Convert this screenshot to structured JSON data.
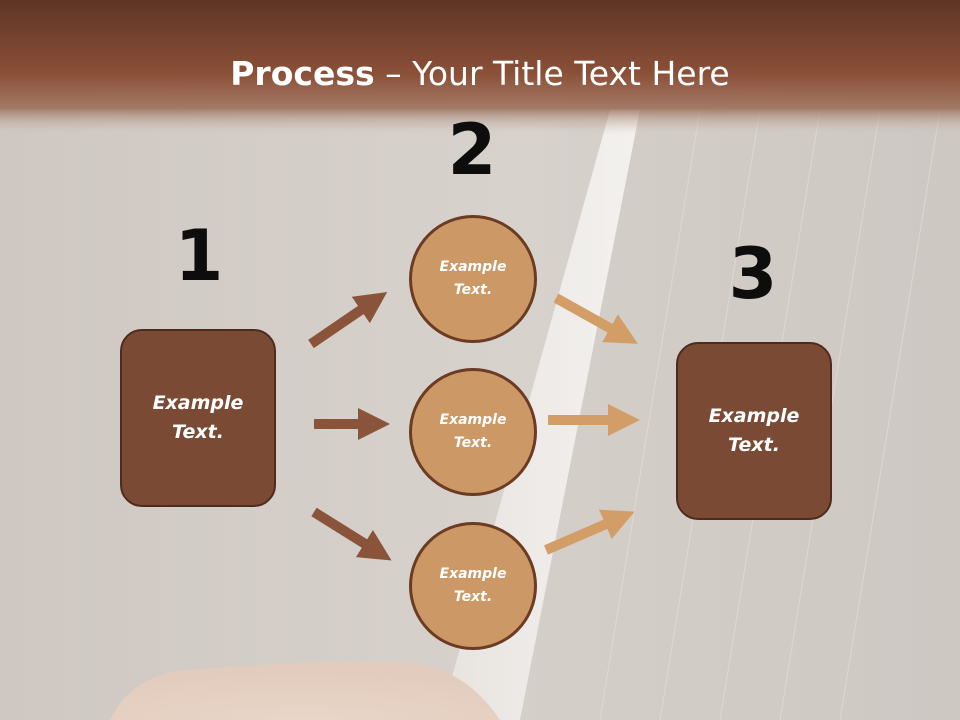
{
  "title": {
    "bold": "Process",
    "rest": " – Your Title Text Here"
  },
  "steps": {
    "one": "1",
    "two": "2",
    "three": "3"
  },
  "nodes": {
    "left_box": "Example Text.",
    "right_box": "Example Text.",
    "circle_top": "Example Text.",
    "circle_middle": "Example Text.",
    "circle_bottom": "Example Text."
  },
  "colors": {
    "title_bar": "#8b5038",
    "box_fill": "#7b4a35",
    "circle_fill": "#cc9866",
    "arrow_dark": "#8a543a",
    "arrow_light": "#d39d68"
  }
}
